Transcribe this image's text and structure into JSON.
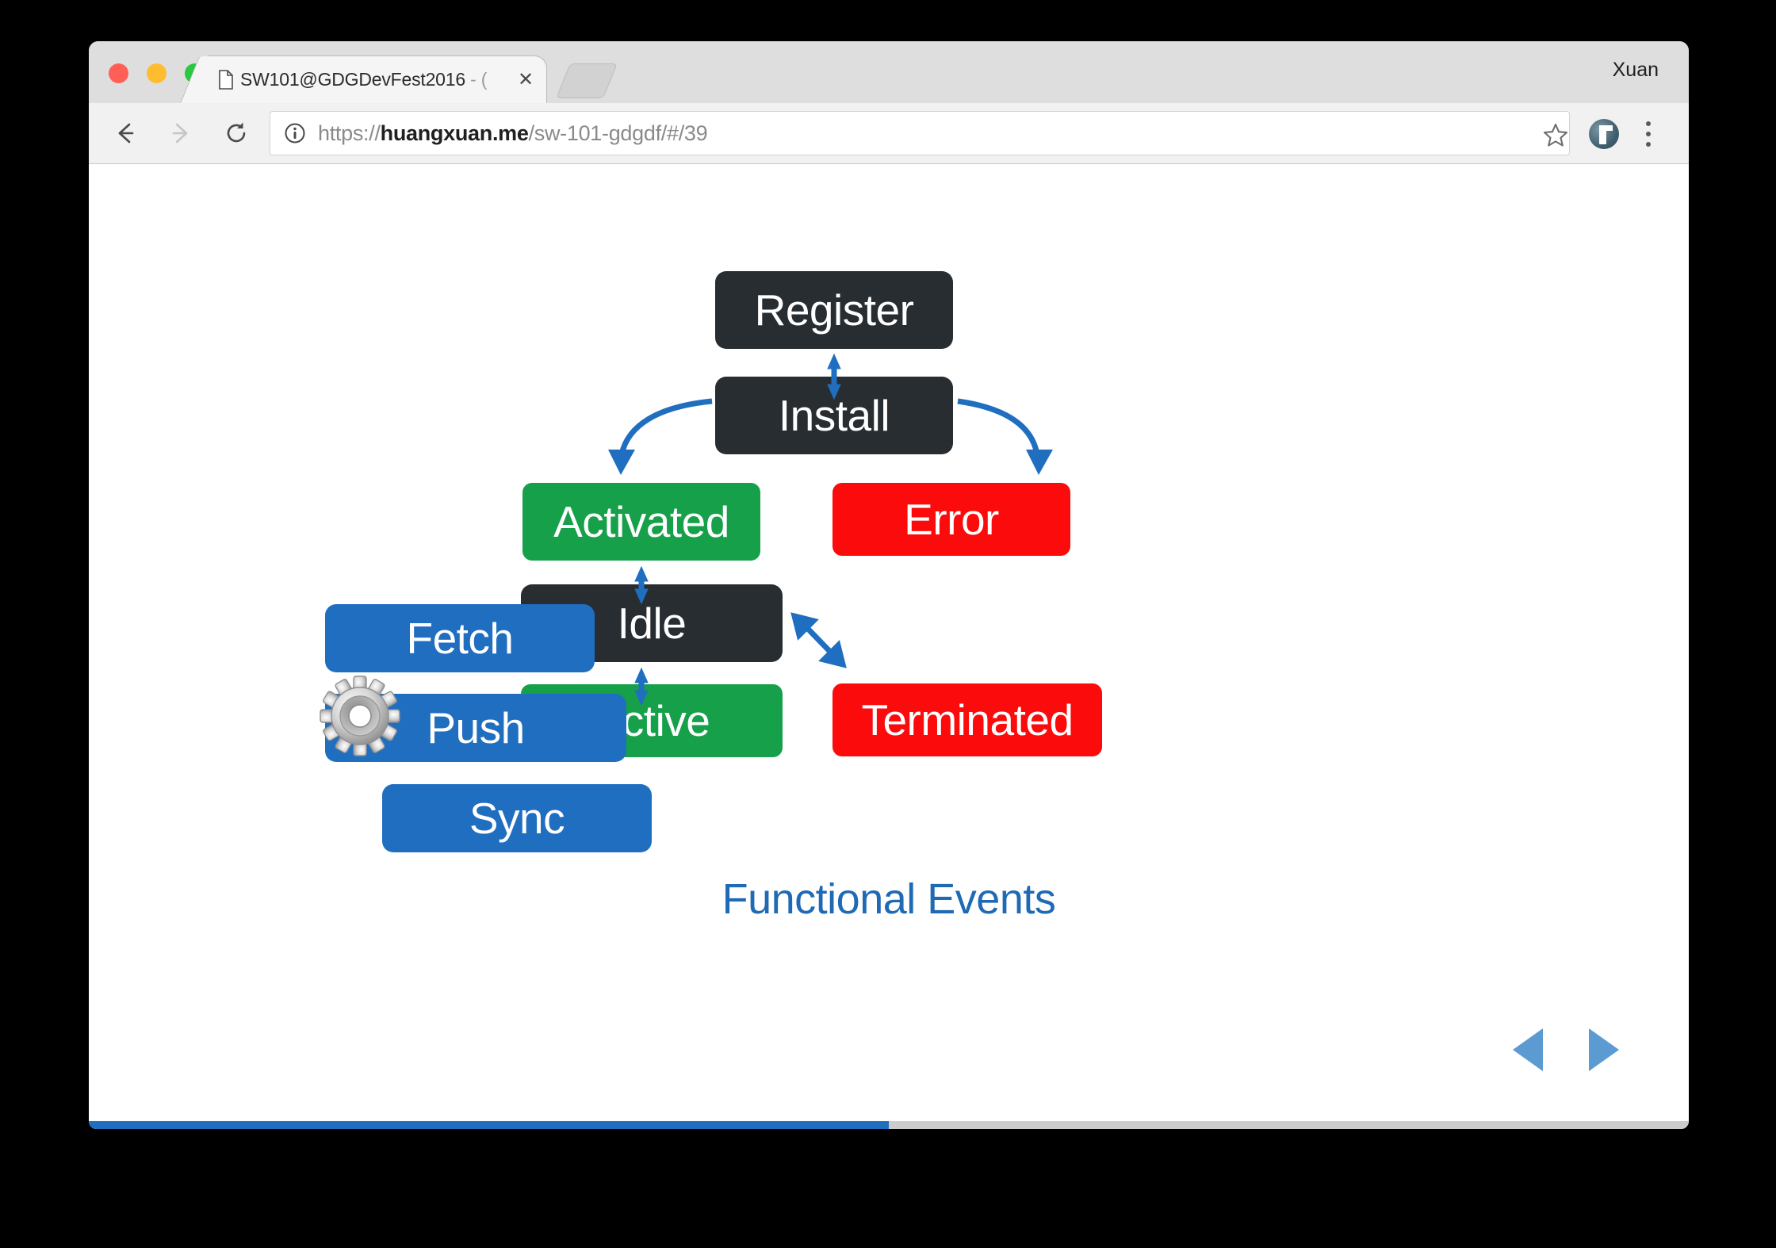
{
  "window": {
    "traffic_lights": [
      "close",
      "minimize",
      "zoom"
    ],
    "profile_name": "Xuan"
  },
  "tab": {
    "title": "SW101@GDGDevFest2016 - (",
    "favicon": "document-icon",
    "close_label": "✕",
    "new_tab_label": "+"
  },
  "toolbar": {
    "back_label": "←",
    "forward_label": "→",
    "reload_label": "↻",
    "site_info_icon": "info-icon",
    "url": {
      "scheme": "https://",
      "host": "huangxuan.me",
      "path": "/sw-101-gdgdf/#/39",
      "full": "https://huangxuan.me/sw-101-gdgdf/#/39"
    },
    "bookmark_icon": "star-icon",
    "extension_icon": "avatar-icon",
    "menu_icon": "three-dot-menu-icon"
  },
  "slide": {
    "caption": "Functional Events",
    "caption_color": "#1f6ab4",
    "progress_percent": 50,
    "nav": {
      "prev_label": "◀",
      "next_label": "▶"
    },
    "palette": {
      "dark": "#282d31",
      "green": "#17a04a",
      "red": "#fb0b0b",
      "blue": "#1f6ec0",
      "arrow": "#1f6ec0",
      "nav_arrow": "#5b9bd1"
    },
    "nodes": [
      {
        "id": "register",
        "label": "Register",
        "kind": "dark"
      },
      {
        "id": "install",
        "label": "Install",
        "kind": "dark"
      },
      {
        "id": "activated",
        "label": "Activated",
        "kind": "green"
      },
      {
        "id": "error",
        "label": "Error",
        "kind": "red"
      },
      {
        "id": "idle",
        "label": "Idle",
        "kind": "dark"
      },
      {
        "id": "active",
        "label": "Active",
        "kind": "green"
      },
      {
        "id": "terminated",
        "label": "Terminated",
        "kind": "red"
      },
      {
        "id": "fetch",
        "label": "Fetch",
        "kind": "blue"
      },
      {
        "id": "push",
        "label": "Push",
        "kind": "blue"
      },
      {
        "id": "sync",
        "label": "Sync",
        "kind": "blue"
      }
    ],
    "gear_icon": "gear-icon",
    "edges": [
      {
        "from": "register",
        "to": "install",
        "style": "bidirectional-vertical"
      },
      {
        "from": "install",
        "to": "activated",
        "style": "curved-down-left"
      },
      {
        "from": "install",
        "to": "error",
        "style": "curved-down-right"
      },
      {
        "from": "activated",
        "to": "idle",
        "style": "bidirectional-vertical"
      },
      {
        "from": "idle",
        "to": "active",
        "style": "bidirectional-vertical"
      },
      {
        "from": "active",
        "to": "terminated",
        "style": "bidirectional-diagonal"
      }
    ]
  }
}
